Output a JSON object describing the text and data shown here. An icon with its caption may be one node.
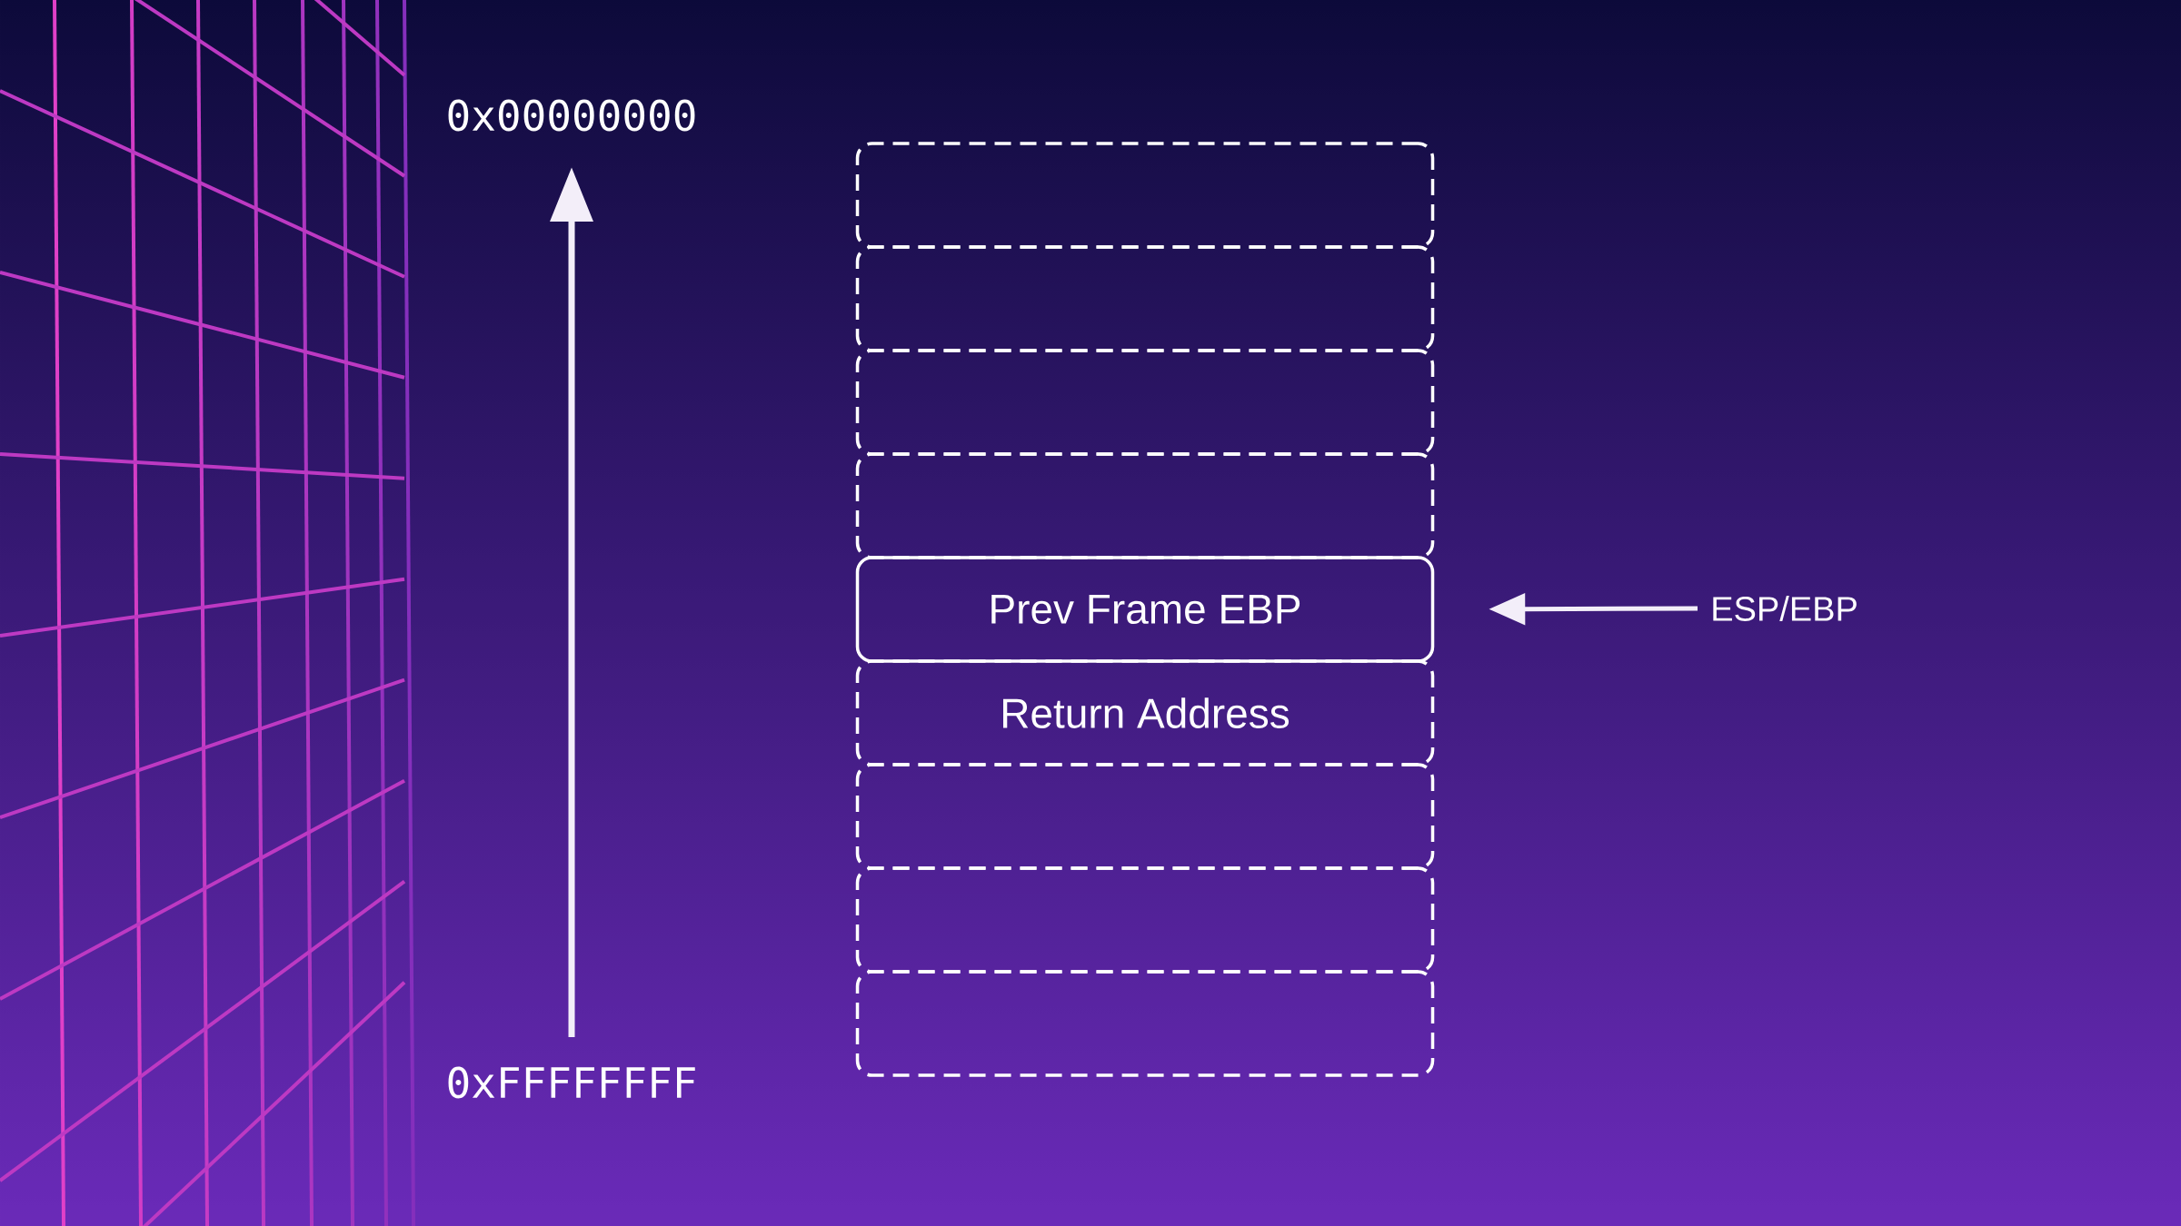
{
  "diagram": {
    "nodes": [
      {
        "text": [],
        "shape": "box"
      },
      {
        "text": [],
        "shape": "box"
      },
      {
        "text": [],
        "shape": "box"
      },
      {
        "text": [],
        "shape": "box"
      },
      {
        "text": [
          "Prev Frame EBP"
        ]
      },
      {
        "text": [
          "Return Address"
        ]
      },
      {
        "text": [],
        "shape": "box"
      },
      {
        "text": [],
        "shape": "box"
      },
      {
        "text": [],
        "shape": "box"
      },
      {
        "text": [
          "ESP/EBP"
        ]
      }
    ],
    "edges": [
      {
        "from": 9,
        "to": 4,
        "arrow": "to"
      }
    ],
    "labels": [
      "0x00000000",
      "0xFFFFFFFF"
    ]
  }
}
